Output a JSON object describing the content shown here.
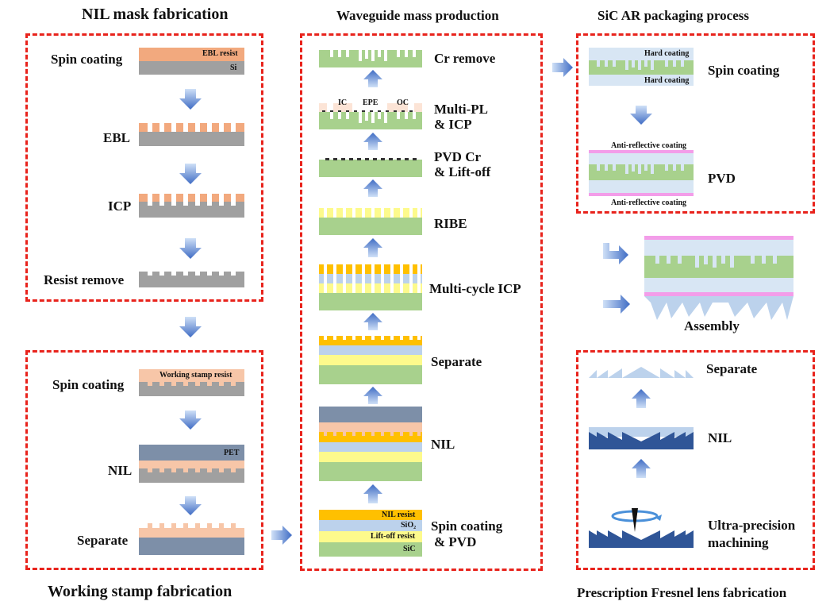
{
  "titles": {
    "nil_mask": "NIL mask fabrication",
    "working_stamp": "Working stamp fabrication",
    "waveguide": "Waveguide mass production",
    "sic_ar": "SiC AR packaging process",
    "fresnel": "Prescription Fresnel lens fabrication"
  },
  "nil_mask_steps": [
    "Spin coating",
    "EBL",
    "ICP",
    "Resist remove"
  ],
  "nil_mask_layers": {
    "ebl_resist": "EBL resist",
    "si": "Si"
  },
  "working_stamp_steps": [
    "Spin coating",
    "NIL",
    "Separate"
  ],
  "working_stamp_layers": {
    "resist": "Working stamp resist",
    "pet": "PET"
  },
  "waveguide_steps": {
    "cr_remove": "Cr remove",
    "multi_pl_1": "Multi-PL",
    "multi_pl_2": "& ICP",
    "pvd_cr_1": "PVD Cr",
    "pvd_cr_2": "& Lift-off",
    "ribe": "RIBE",
    "multi_cycle": "Multi-cycle ICP",
    "separate": "Separate",
    "nil": "NIL",
    "spin_1": "Spin coating",
    "spin_2": "& PVD"
  },
  "waveguide_regions": {
    "ic": "IC",
    "epe": "EPE",
    "oc": "OC"
  },
  "waveguide_layers": {
    "nil_resist": "NIL resist",
    "sio2": "SiO₂",
    "liftoff": "Lift-off resist",
    "sic": "SiC"
  },
  "sic_ar_steps": {
    "spin": "Spin coating",
    "pvd": "PVD",
    "assembly": "Assembly"
  },
  "sic_ar_layers": {
    "hard_top": "Hard coating",
    "hard_bottom": "Hard coating",
    "ar_top": "Anti-reflective coating",
    "ar_bottom": "Anti-reflective coating"
  },
  "fresnel_steps": {
    "separate": "Separate",
    "nil": "NIL",
    "upm_1": "Ultra-precision",
    "upm_2": "machining"
  },
  "colors": {
    "dash": "#e8231c",
    "arrow": "#4a74c9",
    "si": "#a0a0a0",
    "ebl_resist": "#f2a97e",
    "stamp_resist": "#f7c6a8",
    "pet": "#7d8fa8",
    "sic": "#a8d18d",
    "liftoff": "#fdfa8c",
    "sio2": "#bcd2ec",
    "nil_resist": "#ffc000",
    "ar": "#f39de9",
    "hard": "#d8e6f4",
    "fresnel": "#2f5597"
  }
}
